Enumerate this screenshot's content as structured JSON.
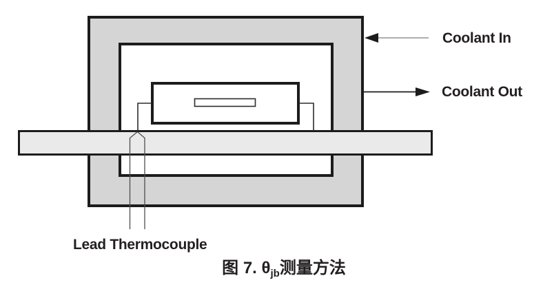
{
  "diagram": {
    "labels": {
      "coolant_in": "Coolant In",
      "coolant_out": "Coolant Out",
      "lead_thermocouple": "Lead Thermocouple"
    },
    "caption": {
      "prefix": "图 7. ",
      "theta": "θ",
      "theta_subscript": "jb",
      "suffix": "测量方法"
    },
    "colors": {
      "cold_plate_fill": "#d5d5d5",
      "board_fill": "#eaeaea",
      "outline": "#1c1c1c",
      "thin_line": "#4d4d4d",
      "text": "#231f20"
    }
  }
}
